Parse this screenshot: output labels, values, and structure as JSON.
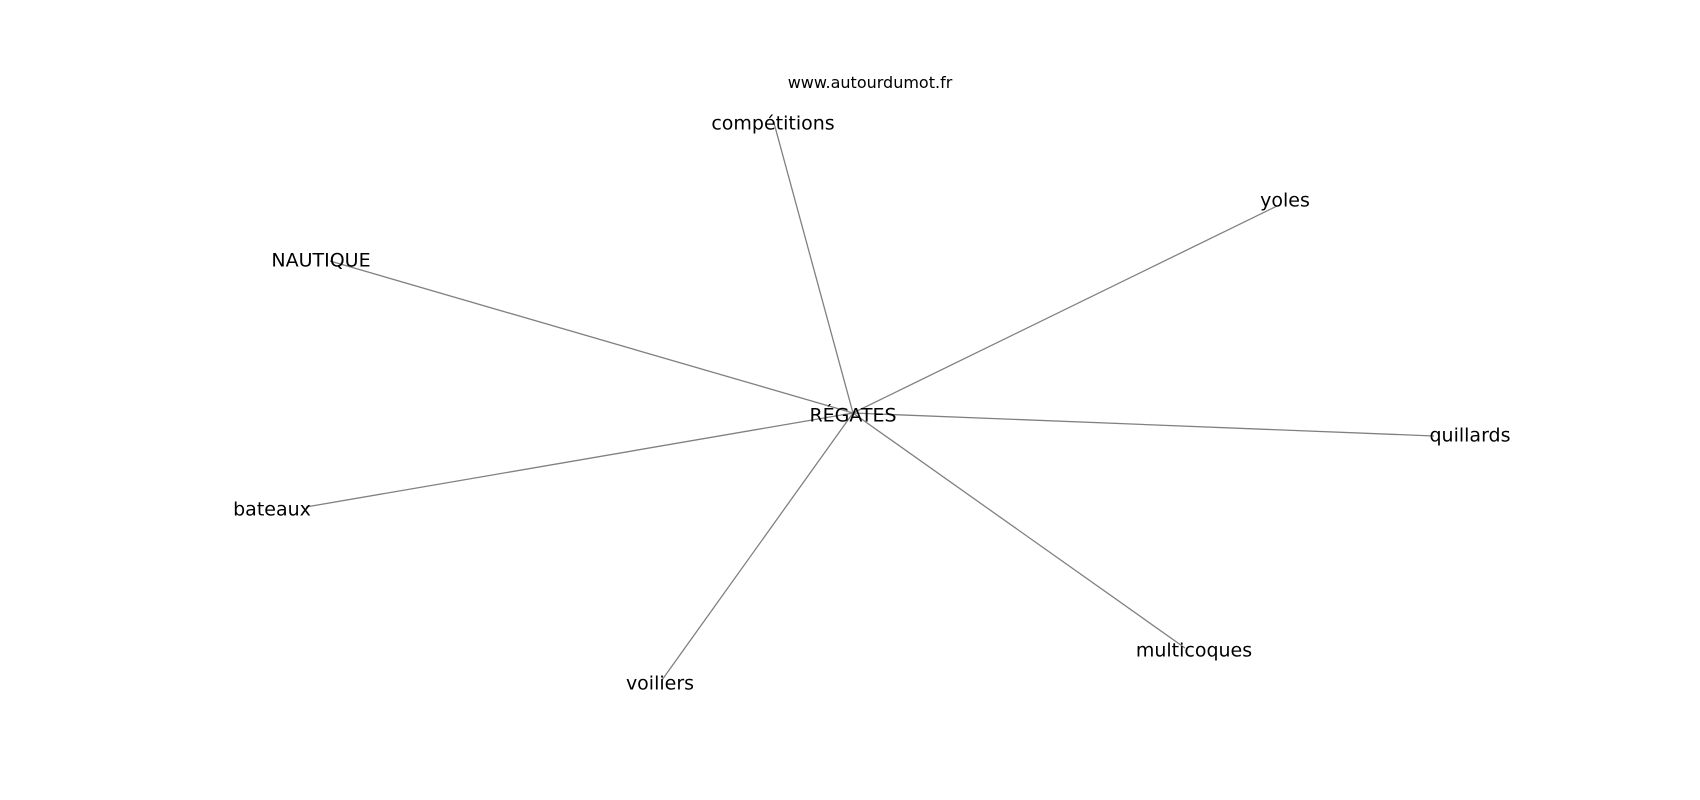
{
  "watermark": "www.autourdumot.fr",
  "graph": {
    "center": "RÉGATES",
    "neighbors": [
      "compétitions",
      "yoles",
      "NAUTIQUE",
      "quillards",
      "bateaux",
      "multicoques",
      "voiliers"
    ]
  },
  "colors": {
    "edge": "#808080",
    "text": "#000000",
    "background": "#ffffff"
  }
}
